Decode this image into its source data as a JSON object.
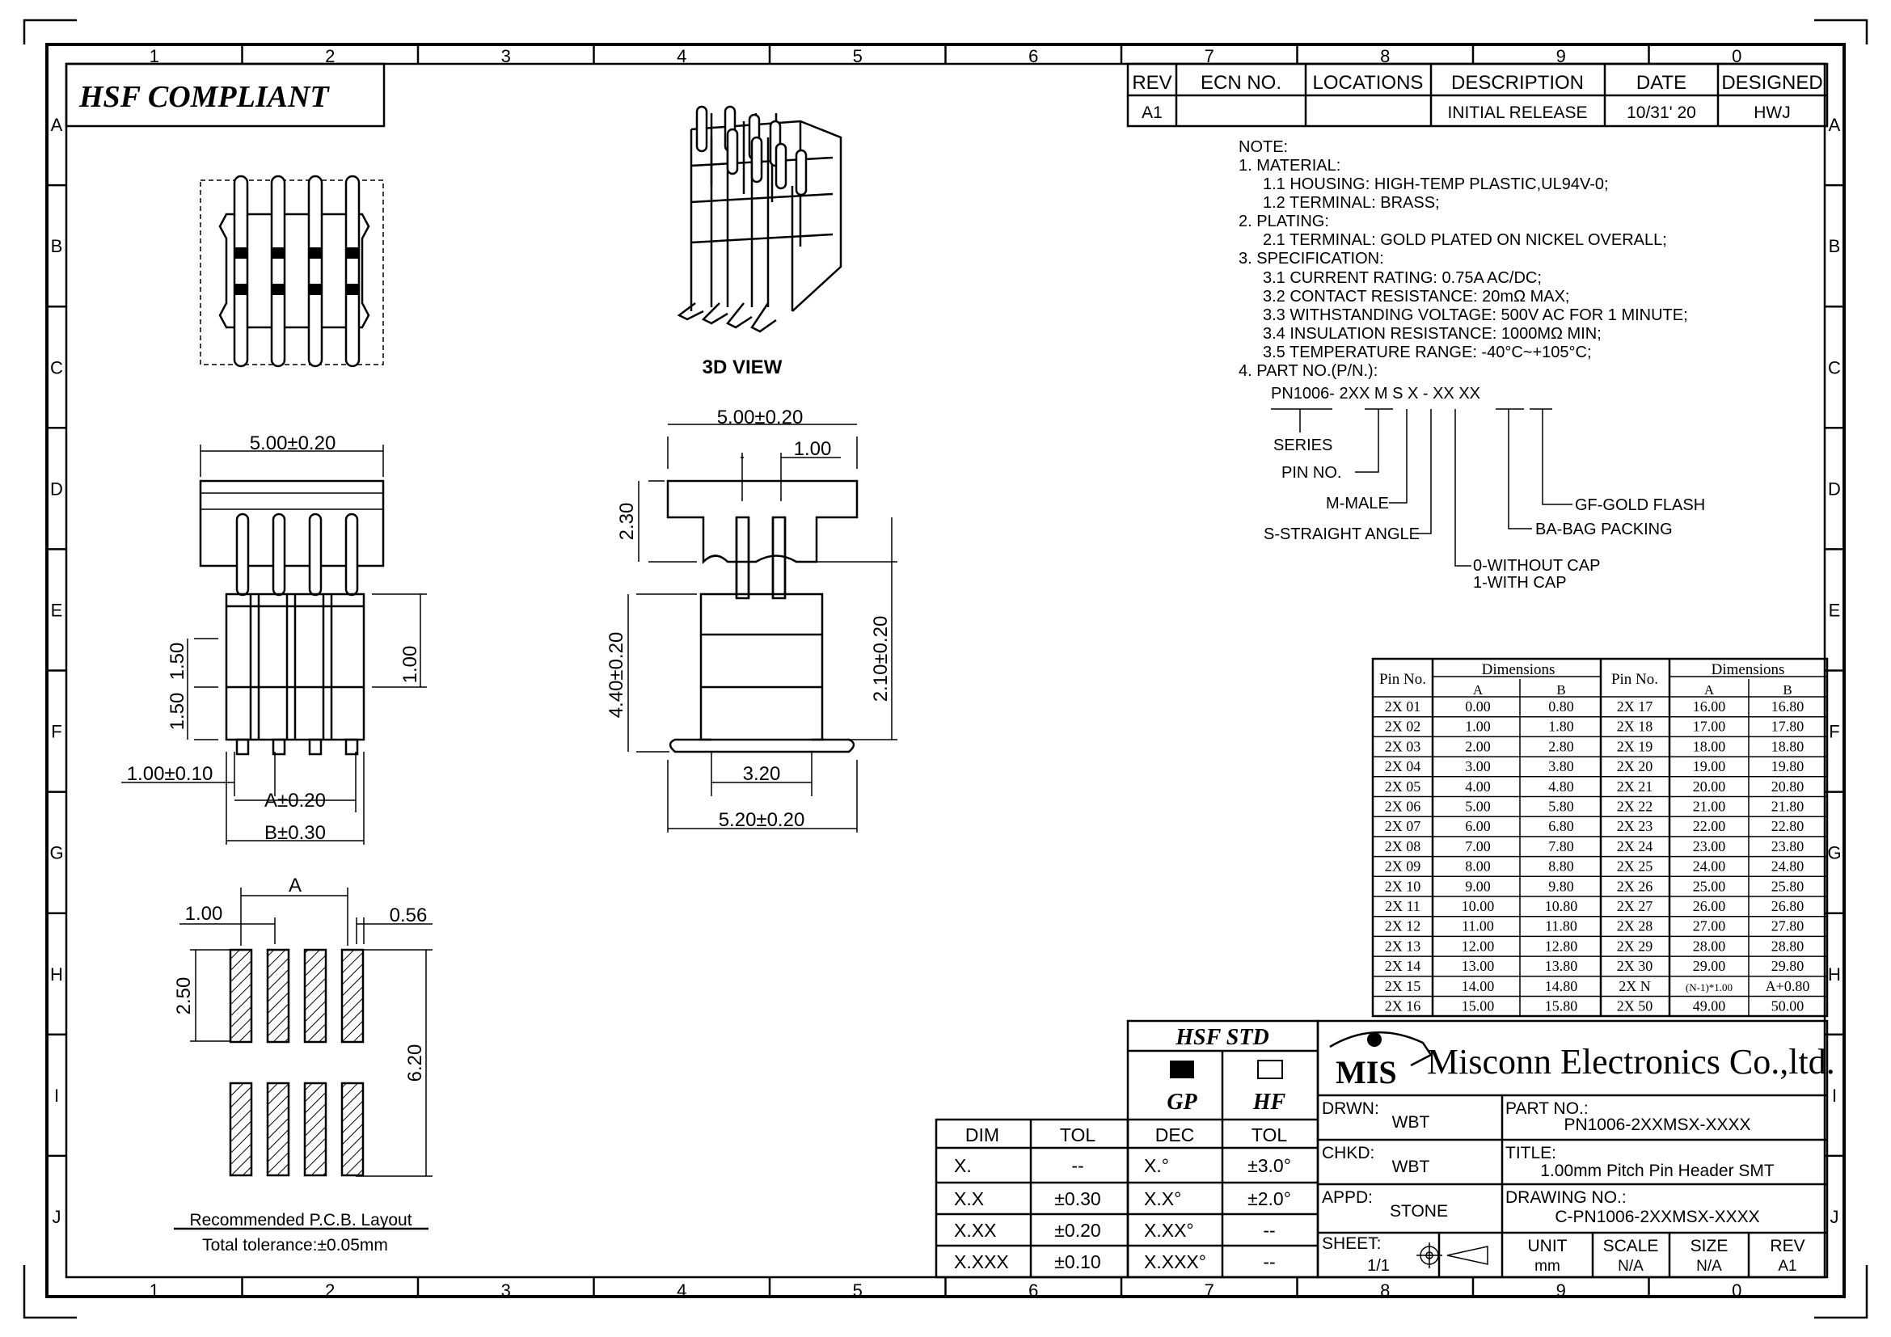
{
  "border": {
    "columns": [
      "1",
      "2",
      "3",
      "4",
      "5",
      "6",
      "7",
      "8",
      "9",
      "0"
    ],
    "rows": [
      "A",
      "B",
      "C",
      "D",
      "E",
      "F",
      "G",
      "H",
      "I",
      "J"
    ]
  },
  "compliance_label": "HSF COMPLIANT",
  "revision_table": {
    "headers": [
      "REV",
      "ECN NO.",
      "LOCATIONS",
      "DESCRIPTION",
      "DATE",
      "DESIGNED"
    ],
    "row": [
      "A1",
      "",
      "",
      "INITIAL RELEASE",
      "10/31' 20",
      "HWJ"
    ]
  },
  "notes": [
    "NOTE:",
    "1. MATERIAL:",
    "1.1 HOUSING: HIGH-TEMP PLASTIC,UL94V-0;",
    "1.2 TERMINAL: BRASS;",
    "2. PLATING:",
    "2.1 TERMINAL: GOLD PLATED ON NICKEL OVERALL;",
    "3. SPECIFICATION:",
    "3.1 CURRENT RATING: 0.75A AC/DC;",
    "3.2 CONTACT RESISTANCE: 20mΩ MAX;",
    "3.3 WITHSTANDING VOLTAGE: 500V AC FOR 1 MINUTE;",
    "3.4 INSULATION RESISTANCE: 1000MΩ MIN;",
    "3.5 TEMPERATURE RANGE: -40°C~+105°C;",
    "4. PART NO.(P/N.):"
  ],
  "part_number_key": {
    "code": "PN1006- 2XX M S X - XX XX",
    "series": "SERIES",
    "pin_no": "PIN NO.",
    "male": "M-MALE",
    "straight": "S-STRAIGHT ANGLE",
    "cap0": "0-WITHOUT CAP",
    "cap1": "1-WITH CAP",
    "packing": "BA-BAG PACKING",
    "plating": "GF-GOLD FLASH"
  },
  "view_3d_label": "3D VIEW",
  "dimensions": {
    "width_top": "5.00±0.20",
    "pitch": "1.00",
    "h230": "2.30",
    "h440": "4.40±0.20",
    "h210": "2.10±0.20",
    "w320": "3.20",
    "w520": "5.20±0.20",
    "front_width": "5.00±0.20",
    "h150a": "1.50",
    "h150b": "1.50",
    "h100": "1.00",
    "pitch_tol": "1.00±0.10",
    "a_dim": "A±0.20",
    "b_dim": "B±0.30",
    "pcb_a": "A",
    "pcb_pitch": "1.00",
    "pcb_pad": "0.56",
    "pcb_h250": "2.50",
    "pcb_h620": "6.20"
  },
  "pcb_caption": "Recommended P.C.B. Layout",
  "pcb_tolerance": "Total tolerance:±0.05mm",
  "pin_table": {
    "head_pin": "Pin No.",
    "head_dims": "Dimensions",
    "head_a": "A",
    "head_b": "B",
    "left": [
      [
        "2X 01",
        "0.00",
        "0.80"
      ],
      [
        "2X 02",
        "1.00",
        "1.80"
      ],
      [
        "2X 03",
        "2.00",
        "2.80"
      ],
      [
        "2X 04",
        "3.00",
        "3.80"
      ],
      [
        "2X 05",
        "4.00",
        "4.80"
      ],
      [
        "2X 06",
        "5.00",
        "5.80"
      ],
      [
        "2X 07",
        "6.00",
        "6.80"
      ],
      [
        "2X 08",
        "7.00",
        "7.80"
      ],
      [
        "2X 09",
        "8.00",
        "8.80"
      ],
      [
        "2X 10",
        "9.00",
        "9.80"
      ],
      [
        "2X 11",
        "10.00",
        "10.80"
      ],
      [
        "2X 12",
        "11.00",
        "11.80"
      ],
      [
        "2X 13",
        "12.00",
        "12.80"
      ],
      [
        "2X 14",
        "13.00",
        "13.80"
      ],
      [
        "2X 15",
        "14.00",
        "14.80"
      ],
      [
        "2X 16",
        "15.00",
        "15.80"
      ]
    ],
    "right": [
      [
        "2X 17",
        "16.00",
        "16.80"
      ],
      [
        "2X 18",
        "17.00",
        "17.80"
      ],
      [
        "2X 19",
        "18.00",
        "18.80"
      ],
      [
        "2X 20",
        "19.00",
        "19.80"
      ],
      [
        "2X 21",
        "20.00",
        "20.80"
      ],
      [
        "2X 22",
        "21.00",
        "21.80"
      ],
      [
        "2X 23",
        "22.00",
        "22.80"
      ],
      [
        "2X 24",
        "23.00",
        "23.80"
      ],
      [
        "2X 25",
        "24.00",
        "24.80"
      ],
      [
        "2X 26",
        "25.00",
        "25.80"
      ],
      [
        "2X 27",
        "26.00",
        "26.80"
      ],
      [
        "2X 28",
        "27.00",
        "27.80"
      ],
      [
        "2X 29",
        "28.00",
        "28.80"
      ],
      [
        "2X 30",
        "29.00",
        "29.80"
      ],
      [
        "2X N",
        "(N-1)*1.00",
        "A+0.80"
      ],
      [
        "2X 50",
        "49.00",
        "50.00"
      ]
    ]
  },
  "tolerance_table": {
    "headers": [
      "DIM",
      "TOL"
    ],
    "rows": [
      [
        "X.",
        "--"
      ],
      [
        "X.X",
        "±0.30"
      ],
      [
        "X.XX",
        "±0.20"
      ],
      [
        "X.XXX",
        "±0.10"
      ]
    ]
  },
  "hsf_std": {
    "title": "HSF STD",
    "gp": "GP",
    "hf": "HF",
    "headers": [
      "DEC",
      "TOL"
    ],
    "rows": [
      [
        "X.°",
        "±3.0°"
      ],
      [
        "X.X°",
        "±2.0°"
      ],
      [
        "X.XX°",
        "--"
      ],
      [
        "X.XXX°",
        "--"
      ]
    ]
  },
  "title_block": {
    "logo": "MIS",
    "company": "Misconn Electronics Co.,ltd.",
    "drwn_label": "DRWN:",
    "drwn": "WBT",
    "chkd_label": "CHKD:",
    "chkd": "WBT",
    "appd_label": "APPD:",
    "appd": "STONE",
    "part_no_label": "PART NO.:",
    "part_no": "PN1006-2XXMSX-XXXX",
    "title_label": "TITLE:",
    "title": "1.00mm Pitch Pin Header SMT",
    "drawing_label": "DRAWING NO.:",
    "drawing_no": "C-PN1006-2XXMSX-XXXX",
    "sheet_label": "SHEET:",
    "sheet": "1/1",
    "unit_label": "UNIT",
    "unit": "mm",
    "scale_label": "SCALE",
    "scale": "N/A",
    "size_label": "SIZE",
    "size": "N/A",
    "rev_label": "REV",
    "rev": "A1"
  }
}
